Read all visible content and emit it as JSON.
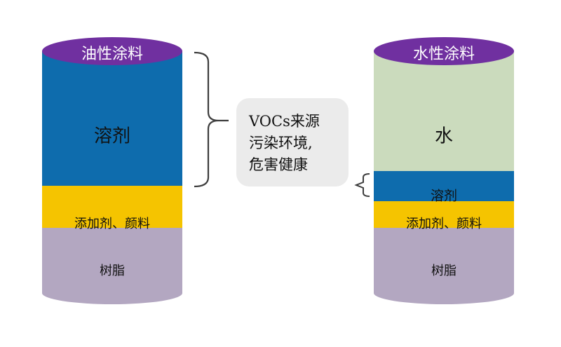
{
  "oil_paint": {
    "title": "油性涂料",
    "layers": {
      "solvent": "溶剂",
      "additives": "添加剂、颜料",
      "resin": "树脂"
    }
  },
  "water_paint": {
    "title": "水性涂料",
    "layers": {
      "water": "水",
      "solvent": "溶剂",
      "additives": "添加剂、颜料",
      "resin": "树脂"
    }
  },
  "callout": {
    "lines": [
      "VOCs来源",
      "污染环境,",
      "危害健康"
    ]
  },
  "colors": {
    "purple": "#7030a0",
    "blue": "#0e6cad",
    "yellow": "#f5c400",
    "lilac": "#b3a7c1",
    "sage": "#cbdbbd",
    "bracket": "#3d3d3d"
  }
}
